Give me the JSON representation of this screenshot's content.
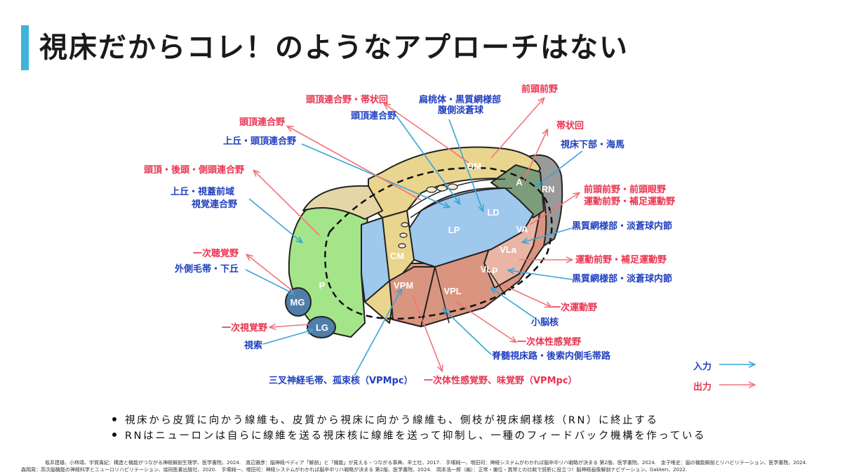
{
  "title": "視床だからコレ！のようなアプローチはない",
  "nuclei": {
    "dm": "DM",
    "a": "A",
    "rn": "RN",
    "ld": "LD",
    "lp": "LP",
    "va": "VA",
    "vla": "VLa",
    "vlp": "VLp",
    "vpl": "VPL",
    "vpm": "VPM",
    "cm": "CM",
    "p": "P",
    "mg": "MG",
    "lg": "LG"
  },
  "labels": {
    "toucho_taijo": "頭頂連合野・帯状回",
    "hentou": "扁桃体・黒質網様部",
    "hentou2": "腹側淡蒼球",
    "zentou": "前頭前野",
    "toucho2": "頭頂連合野",
    "toucho": "頭頂連合野",
    "taijo": "帯状回",
    "shishoka": "視床下部・海馬",
    "jokyu_toucho": "上丘・頭頂連合野",
    "toucho_kotou": "頭頂・後頭・側頭連合野",
    "zentou_ganya": "前頭前野・前頭眼野",
    "undo_zen": "運動前野・補足運動野",
    "jokyu_shikaku": "上丘・視蓋前域",
    "shikaku_rengou": "視覚連合野",
    "kokushitsu1": "黒質網様部・淡蒼球内節",
    "ichiji_chokaku": "一次聴覚野",
    "undo_zen2": "運動前野・補足運動野",
    "gaisoku": "外側毛帯・下丘",
    "kokushitsu2": "黒質網様部・淡蒼球内節",
    "ichiji_undo": "一次運動野",
    "shounou": "小脳核",
    "ichiji_shikaku": "一次視覚野",
    "ichiji_taisei": "一次体性感覚野",
    "shisaku": "視索",
    "sekizui": "脊髄視床路・後索内側毛帯路",
    "sansa": "三叉神経毛帯、孤束核（VPMpc）",
    "ichiji_mikaku": "一次体性感覚野、味覚野（VPMpc）"
  },
  "legend": {
    "input": "入力",
    "output": "出力"
  },
  "colors": {
    "input": "#3aa5d8",
    "output": "#f07479",
    "accent": "#3fb3d9"
  },
  "bullets": [
    "視床から皮質に向かう線維も、皮質から視床に向かう線維も、側枝が視床網様核（RN）に終止する",
    "RNはニューロンは自らに線維を送る視床核に線維を送って抑制し、一種のフィードバック機構を作っている"
  ],
  "references": [
    "坂井建雄、小林靖、宇賀貴紀：構造と機能がつながる神経解剖生理学、医学書院、2024.　渡辺雅彦：脳神経ペディア「解剖」と「機能」が見える・つながる事典、羊土社、2017.　手塚純一、増田司：神経システムがわかれば脳卒中リハ戦略が決まる 第2版、医学書院、2024.　金子唯史：脳の機能解剖とリハビリテーション、医学書院、2024.",
    "森岡周：高次脳機能の神経科学とニューロリハビリテーション、協同医書出版社、2020.　手塚純一、増田司：神経システムがわかれば脳卒中リハ戦略が決まる 第2版、医学書院、2024.　岡本浩一郎（編）：正常・偏位・異常との比較で読影に役立つ！脳神経画像解剖ナビゲーション、Gakken、2022."
  ]
}
